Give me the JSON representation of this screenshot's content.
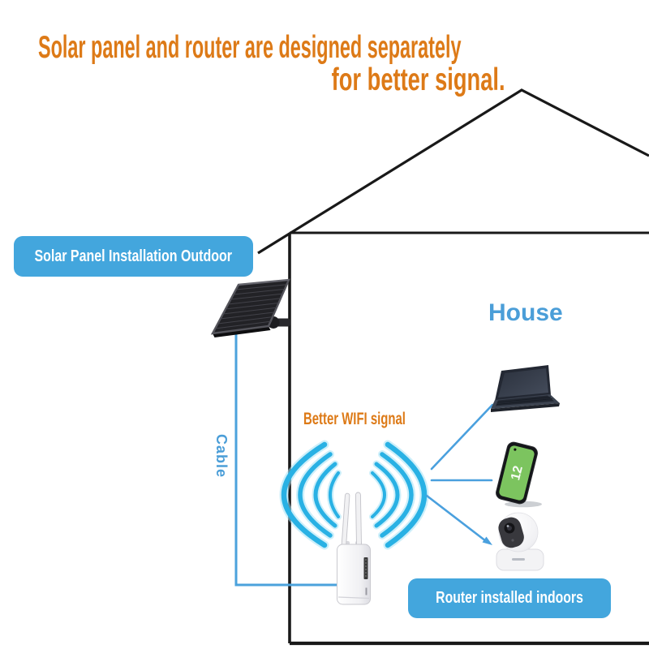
{
  "title": {
    "line1": "Solar panel and router are designed separately",
    "line2": "for better signal."
  },
  "callouts": {
    "solar_panel_label": "Solar Panel Installation Outdoor",
    "router_label": "Router installed indoors"
  },
  "annotations": {
    "house": "House",
    "cable": "Cable",
    "wifi": "Better WIFI signal",
    "phone_screen": "12"
  },
  "colors": {
    "title_orange": "#DD7A17",
    "callout_blue": "#43A6DD",
    "blue_text": "#4B9ED8",
    "cable_blue": "#4BA2DC",
    "wifi_cyan": "#29B1E4",
    "outline_black": "#191919"
  },
  "icons": {
    "house_outline": "house-outline-icon",
    "solar_panel": "solar-panel-icon",
    "router": "wifi-router-icon",
    "wifi_waves": "wifi-waves-icon",
    "laptop": "laptop-icon",
    "smartphone": "smartphone-icon",
    "camera": "security-camera-icon"
  }
}
